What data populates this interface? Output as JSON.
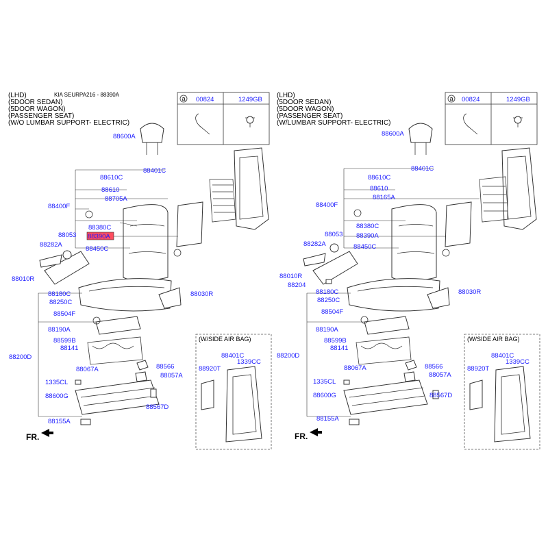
{
  "title_ref": "KIA SEURPA216 - 88390A",
  "panels": [
    {
      "id": "left",
      "header_lines": [
        "(LHD)",
        "(5DOOR SEDAN)",
        "(5DOOR WAGON)",
        "(PASSENGER SEAT)",
        "(W/O LUMBAR SUPPORT- ELECTRIC)"
      ],
      "legend": {
        "ref": "a",
        "codes": [
          "00824",
          "1249GB"
        ]
      },
      "labels": [
        "88600A",
        "88401C",
        "88610C",
        "88610",
        "88705A",
        "88400F",
        "88380C",
        "88053",
        "88390A",
        "88282A",
        "88450C",
        "88010R",
        "88180C",
        "88250C",
        "88504F",
        "88190A",
        "88599B",
        "88141",
        "88200D",
        "88067A",
        "88566",
        "88057A",
        "1335CL",
        "88600G",
        "88567D",
        "88155A",
        "88030R"
      ],
      "highlight": "88390A",
      "airbag": {
        "title": "(W/SIDE AIR BAG)",
        "labels": [
          "88401C",
          "88920T",
          "1339CC"
        ]
      },
      "direction": "FR."
    },
    {
      "id": "right",
      "header_lines": [
        "(LHD)",
        "(5DOOR SEDAN)",
        "(5DOOR WAGON)",
        "(PASSENGER SEAT)",
        "(W/LUMBAR SUPPORT- ELECTRIC)"
      ],
      "legend": {
        "ref": "a",
        "codes": [
          "00824",
          "1249GB"
        ]
      },
      "labels": [
        "88600A",
        "88401C",
        "88610C",
        "88610",
        "88165A",
        "88400F",
        "88380C",
        "88053",
        "88390A",
        "88282A",
        "88450C",
        "88010R",
        "88204",
        "88180C",
        "88250C",
        "88504F",
        "88190A",
        "88599B",
        "88141",
        "88200D",
        "88067A",
        "88566",
        "88057A",
        "1335CL",
        "88600G",
        "88567D",
        "88155A",
        "88030R"
      ],
      "airbag": {
        "title": "(W/SIDE AIR BAG)",
        "labels": [
          "88401C",
          "88920T",
          "1339CC"
        ]
      },
      "direction": "FR."
    }
  ],
  "colors": {
    "label": "#1a1aff",
    "highlight_fill": "#ff4d5e",
    "line": "#333333"
  }
}
